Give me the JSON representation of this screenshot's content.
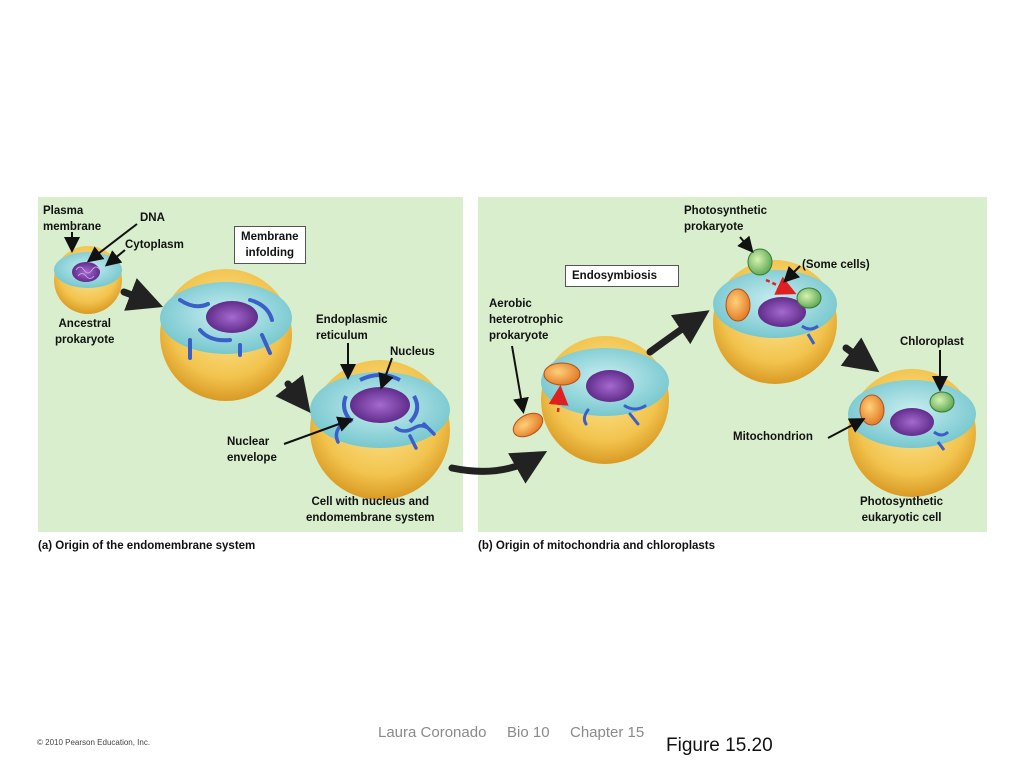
{
  "panel_a": {
    "labels": {
      "plasma_membrane": "Plasma\nmembrane",
      "dna": "DNA",
      "cytoplasm": "Cytoplasm",
      "membrane_infolding": "Membrane\ninfolding",
      "ancestral_prokaryote": "Ancestral\nprokaryote",
      "endoplasmic_reticulum": "Endoplasmic\nreticulum",
      "nucleus": "Nucleus",
      "nuclear_envelope": "Nuclear\nenvelope",
      "cell_with_nucleus": "Cell with nucleus and\nendomembrane system"
    },
    "caption": "(a) Origin of the endomembrane system"
  },
  "panel_b": {
    "labels": {
      "photosynthetic_prokaryote": "Photosynthetic\nprokaryote",
      "some_cells": "(Some cells)",
      "endosymbiosis": "Endosymbiosis",
      "aerobic_prokaryote": "Aerobic\nheterotrophic\nprokaryote",
      "chloroplast": "Chloroplast",
      "mitochondrion": "Mitochondrion",
      "photosynthetic_eukaryotic_cell": "Photosynthetic\neukaryotic cell"
    },
    "caption": "(b) Origin of mitochondria and chloroplasts"
  },
  "footer": {
    "author": "Laura Coronado",
    "course": "Bio 10",
    "chapter": "Chapter 15",
    "figure": "Figure 15.20",
    "copyright": "© 2010 Pearson Education, Inc."
  },
  "colors": {
    "panel_background": "#d8eecd",
    "cytoplasm": "#8fd4d8",
    "cell_outer": "#f2c44e",
    "nucleus": "#7a3fa0",
    "membrane": "#3a5fc8",
    "mitochondrion": "#f08a2e",
    "chloroplast": "#7cc36a",
    "transfer_arrow": "#e02020"
  }
}
